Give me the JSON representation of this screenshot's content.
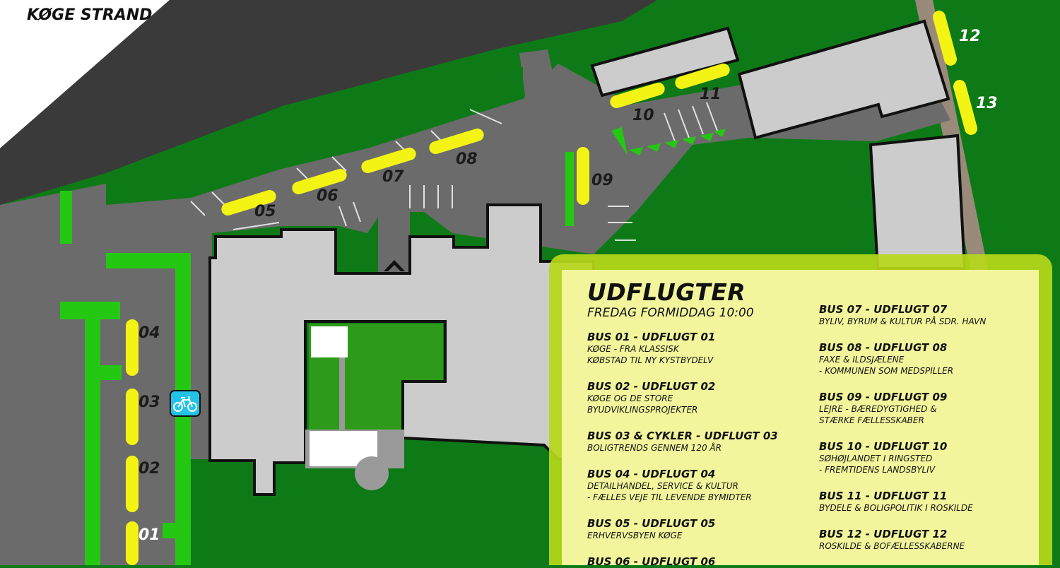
{
  "map": {
    "place_label": "KØGE STRAND",
    "stops": [
      "01",
      "02",
      "03",
      "04",
      "05",
      "06",
      "07",
      "08",
      "09",
      "10",
      "11",
      "12",
      "13"
    ],
    "bike_icon": "bicycle-icon",
    "colors": {
      "grass": "#0e7a17",
      "lawn_light": "#2e9a1a",
      "road": "#6b6b6b",
      "highway": "#3a3a3a",
      "building": "#cccccc",
      "bus_stop": "#f4f414",
      "bike_lane": "#24c712",
      "bike_icon_bg": "#22c3e6"
    }
  },
  "legend": {
    "title": "UDFLUGTER",
    "subtitle": "FREDAG FORMIDDAG 10:00",
    "left_column": [
      {
        "title": "BUS 01 - UDFLUGT 01",
        "lines": [
          "KØGE - FRA KLASSISK",
          "KØBSTAD TIL NY KYSTBYDELV"
        ]
      },
      {
        "title": "BUS 02 - UDFLUGT 02",
        "lines": [
          "KØGE OG DE STORE",
          "BYUDVIKLINGSPROJEKTER"
        ]
      },
      {
        "title": "BUS 03 & CYKLER - UDFLUGT 03",
        "lines": [
          "BOLIGTRENDS GENNEM 120 ÅR"
        ]
      },
      {
        "title": "BUS 04 - UDFLUGT 04",
        "lines": [
          "DETAILHANDEL, SERVICE & KULTUR",
          "- FÆLLES VEJE TIL LEVENDE BYMIDTER"
        ]
      },
      {
        "title": "BUS 05 - UDFLUGT 05",
        "lines": [
          "ERHVERVSBYEN KØGE"
        ]
      },
      {
        "title": "BUS 06 - UDFLUGT 06",
        "lines": []
      }
    ],
    "right_column": [
      {
        "title": "BUS 07 - UDFLUGT 07",
        "lines": [
          "BYLIV, BYRUM & KULTUR PÅ SDR. HAVN"
        ]
      },
      {
        "title": "BUS 08 - UDFLUGT 08",
        "lines": [
          "FAXE & ILDSJÆLENE",
          "- KOMMUNEN SOM MEDSPILLER"
        ]
      },
      {
        "title": "BUS 09 - UDFLUGT 09",
        "lines": [
          "LEJRE - BÆREDYGTIGHED &",
          "STÆRKE FÆLLESSKABER"
        ]
      },
      {
        "title": "BUS 10 - UDFLUGT 10",
        "lines": [
          "SØHØJLANDET I RINGSTED",
          "- FREMTIDENS LANDSBYLIV"
        ]
      },
      {
        "title": "BUS 11 - UDFLUGT 11",
        "lines": [
          "BYDELE & BOLIGPOLITIK I ROSKILDE"
        ]
      },
      {
        "title": "BUS 12 - UDFLUGT 12",
        "lines": [
          "ROSKILDE & BOFÆLLESSKABERNE"
        ]
      }
    ]
  }
}
